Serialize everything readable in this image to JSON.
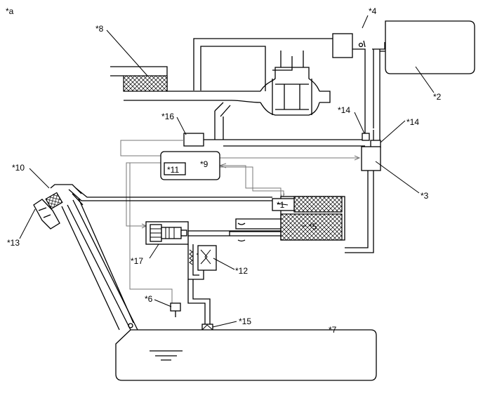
{
  "figure_label": "*a",
  "callouts": {
    "c1": "*1",
    "c2": "*2",
    "c3": "*3",
    "c4": "*4",
    "c5": "*5",
    "c6": "*6",
    "c7": "*7",
    "c8": "*8",
    "c9": "*9",
    "c10": "*10",
    "c11": "*11",
    "c12": "*12",
    "c13": "*13",
    "c14a": "*14",
    "c14b": "*14",
    "c15": "*15",
    "c16": "*16",
    "c17": "*17"
  }
}
